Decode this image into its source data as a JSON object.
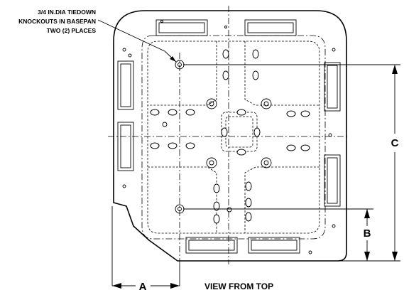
{
  "note": {
    "lines": [
      "3/4 IN.DIA TIEDOWN",
      "KNOCKOUTS IN BASEPAN",
      "TWO (2) PLACES"
    ]
  },
  "dimensions": {
    "a": "A",
    "b": "B",
    "c": "C"
  },
  "caption": "VIEW FROM TOP"
}
